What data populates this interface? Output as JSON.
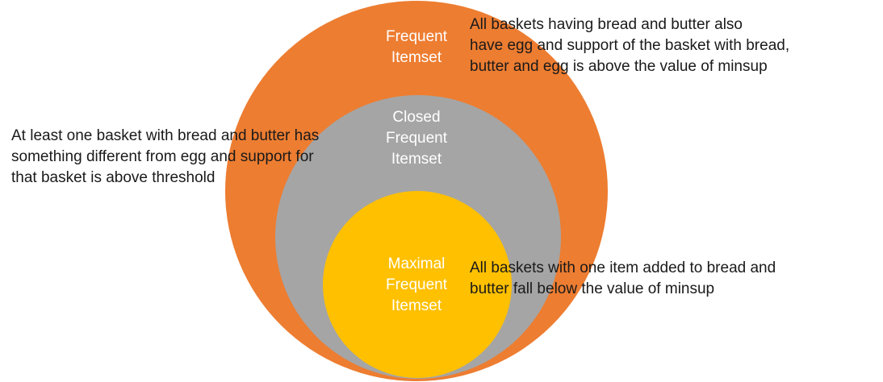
{
  "diagram": {
    "circles": {
      "frequent": {
        "label": "Frequent\nItemset",
        "color": "#ed7d31"
      },
      "closed": {
        "label": "Closed\nFrequent\nItemset",
        "color": "#a5a5a5"
      },
      "maximal": {
        "label": "Maximal\nFrequent\nItemset",
        "color": "#ffc000"
      }
    },
    "annotations": {
      "frequent": "All baskets having bread and butter also\nhave egg and support of the basket with bread,\nbutter and egg is above the value of minsup",
      "closed": "At least one basket with bread and butter has\nsomething different from egg and support for\nthat basket is above threshold",
      "maximal": "All baskets with one item added to bread and\nbutter fall below the value of minsup"
    }
  }
}
